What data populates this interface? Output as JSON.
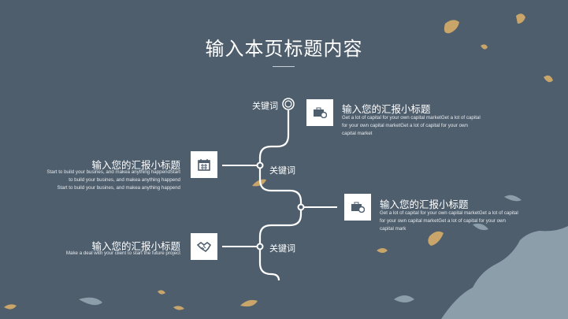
{
  "title": "输入本页标题内容",
  "keywords": [
    "关键词",
    "关键词",
    "关键词"
  ],
  "left_items": [
    {
      "heading": "输入您的汇报小标题",
      "lines": [
        "Start to build your busines, and makea anything happendStart",
        "to build your busines, and makea anything happend",
        "Start to build your busines, and makea anything happend"
      ],
      "icon": "calendar-icon"
    },
    {
      "heading": "输入您的汇报小标题",
      "lines": [
        "Make a deal with your client to start the future project"
      ],
      "icon": "handshake-icon"
    }
  ],
  "right_items": [
    {
      "heading": "输入您的汇报小标题",
      "lines": [
        "Get a lot of capital for your own capital marketGet a lot of capital",
        "for your own capital marketGet a lot of capital for your own",
        "capital market"
      ],
      "icon": "briefcase-icon"
    },
    {
      "heading": "输入您的汇报小标题",
      "lines": [
        "Get a lot of capital for your own capital marketGet a lot of capital",
        "for your own capital marketGet a lot of capital for your own",
        "capital mark"
      ],
      "icon": "briefcase-icon"
    }
  ],
  "colors": {
    "background": "#4e5e6d",
    "island": "#c9a56a",
    "land": "#8d9eab"
  }
}
